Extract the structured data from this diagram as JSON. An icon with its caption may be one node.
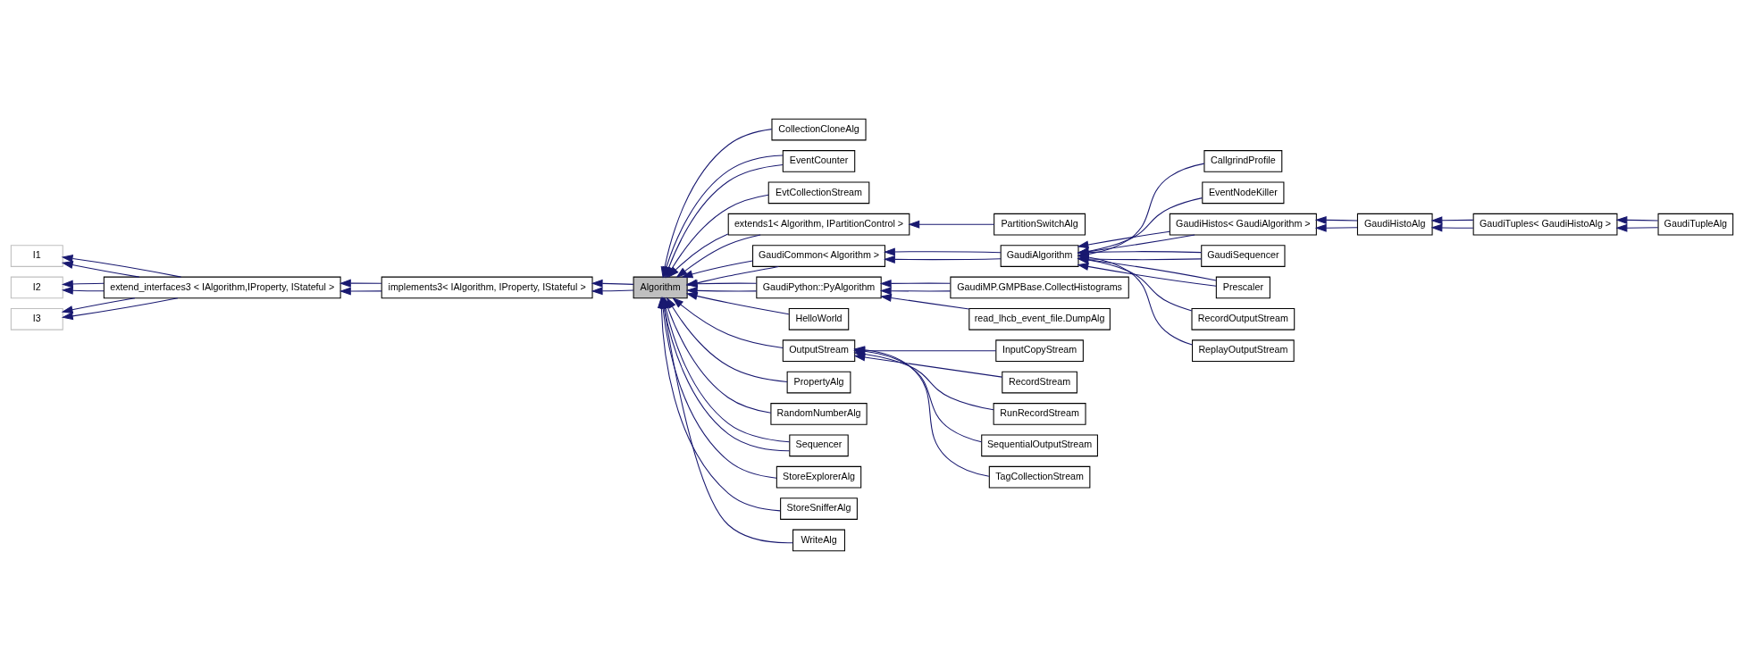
{
  "diagram": {
    "nodes": [
      {
        "text": [
          "I1"
        ]
      },
      {
        "text": [
          "I2"
        ]
      },
      {
        "text": [
          "I3"
        ]
      },
      {
        "text": [
          "extend_interfaces3 < IAlgorithm,IProperty, IStateful >"
        ]
      },
      {
        "text": [
          "implements3< IAlgorithm, IProperty, IStateful >"
        ]
      },
      {
        "text": [
          "Algorithm"
        ]
      },
      {
        "text": [
          "CollectionCloneAlg"
        ]
      },
      {
        "text": [
          "EventCounter"
        ]
      },
      {
        "text": [
          "EvtCollectionStream"
        ]
      },
      {
        "text": [
          "extends1< Algorithm, IPartitionControl >"
        ]
      },
      {
        "text": [
          "GaudiCommon< Algorithm >"
        ]
      },
      {
        "text": [
          "GaudiPython::PyAlgorithm"
        ]
      },
      {
        "text": [
          "HelloWorld"
        ]
      },
      {
        "text": [
          "OutputStream"
        ]
      },
      {
        "text": [
          "PropertyAlg"
        ]
      },
      {
        "text": [
          "RandomNumberAlg"
        ]
      },
      {
        "text": [
          "Sequencer"
        ]
      },
      {
        "text": [
          "StoreExplorerAlg"
        ]
      },
      {
        "text": [
          "StoreSnifferAlg"
        ]
      },
      {
        "text": [
          "WriteAlg"
        ]
      },
      {
        "text": [
          "PartitionSwitchAlg"
        ]
      },
      {
        "text": [
          "GaudiAlgorithm"
        ]
      },
      {
        "text": [
          "GaudiMP.GMPBase.CollectHistograms"
        ]
      },
      {
        "text": [
          "read_lhcb_event_file.DumpAlg"
        ]
      },
      {
        "text": [
          "InputCopyStream"
        ]
      },
      {
        "text": [
          "RecordStream"
        ]
      },
      {
        "text": [
          "RunRecordStream"
        ]
      },
      {
        "text": [
          "SequentialOutputStream"
        ]
      },
      {
        "text": [
          "TagCollectionStream"
        ]
      },
      {
        "text": [
          "CallgrindProfile"
        ]
      },
      {
        "text": [
          "EventNodeKiller"
        ]
      },
      {
        "text": [
          "GaudiHistos< GaudiAlgorithm >"
        ]
      },
      {
        "text": [
          "GaudiSequencer"
        ]
      },
      {
        "text": [
          "Prescaler"
        ]
      },
      {
        "text": [
          "RecordOutputStream"
        ]
      },
      {
        "text": [
          "ReplayOutputStream"
        ]
      },
      {
        "text": [
          "GaudiHistoAlg"
        ]
      },
      {
        "text": [
          "GaudiTuples< GaudiHistoAlg >"
        ]
      },
      {
        "text": [
          "GaudiTupleAlg"
        ]
      }
    ],
    "edges": [
      {
        "from": 3,
        "to": 0,
        "arrow": "to"
      },
      {
        "from": 3,
        "to": 0,
        "arrow": "to"
      },
      {
        "from": 3,
        "to": 1,
        "arrow": "to"
      },
      {
        "from": 3,
        "to": 1,
        "arrow": "to"
      },
      {
        "from": 3,
        "to": 2,
        "arrow": "to"
      },
      {
        "from": 3,
        "to": 2,
        "arrow": "to"
      },
      {
        "from": 4,
        "to": 3,
        "arrow": "to"
      },
      {
        "from": 4,
        "to": 3,
        "arrow": "to"
      },
      {
        "from": 5,
        "to": 4,
        "arrow": "to"
      },
      {
        "from": 5,
        "to": 4,
        "arrow": "to"
      },
      {
        "from": 6,
        "to": 5,
        "arrow": "to"
      },
      {
        "from": 7,
        "to": 5,
        "arrow": "to"
      },
      {
        "from": 7,
        "to": 5,
        "arrow": "to"
      },
      {
        "from": 8,
        "to": 5,
        "arrow": "to"
      },
      {
        "from": 9,
        "to": 5,
        "arrow": "to"
      },
      {
        "from": 9,
        "to": 5,
        "arrow": "to"
      },
      {
        "from": 10,
        "to": 5,
        "arrow": "to"
      },
      {
        "from": 10,
        "to": 5,
        "arrow": "to"
      },
      {
        "from": 11,
        "to": 5,
        "arrow": "to"
      },
      {
        "from": 11,
        "to": 5,
        "arrow": "to"
      },
      {
        "from": 12,
        "to": 5,
        "arrow": "to"
      },
      {
        "from": 13,
        "to": 5,
        "arrow": "to"
      },
      {
        "from": 14,
        "to": 5,
        "arrow": "to"
      },
      {
        "from": 15,
        "to": 5,
        "arrow": "to"
      },
      {
        "from": 16,
        "to": 5,
        "arrow": "to"
      },
      {
        "from": 16,
        "to": 5,
        "arrow": "to"
      },
      {
        "from": 17,
        "to": 5,
        "arrow": "to"
      },
      {
        "from": 18,
        "to": 5,
        "arrow": "to"
      },
      {
        "from": 19,
        "to": 5,
        "arrow": "to"
      },
      {
        "from": 20,
        "to": 9,
        "arrow": "to"
      },
      {
        "from": 21,
        "to": 10,
        "arrow": "to"
      },
      {
        "from": 21,
        "to": 10,
        "arrow": "to"
      },
      {
        "from": 22,
        "to": 11,
        "arrow": "to"
      },
      {
        "from": 22,
        "to": 11,
        "arrow": "to"
      },
      {
        "from": 23,
        "to": 11,
        "arrow": "to"
      },
      {
        "from": 24,
        "to": 13,
        "arrow": "to"
      },
      {
        "from": 25,
        "to": 13,
        "arrow": "to"
      },
      {
        "from": 26,
        "to": 13,
        "arrow": "to"
      },
      {
        "from": 27,
        "to": 13,
        "arrow": "to"
      },
      {
        "from": 28,
        "to": 13,
        "arrow": "to"
      },
      {
        "from": 29,
        "to": 21,
        "arrow": "to"
      },
      {
        "from": 30,
        "to": 21,
        "arrow": "to"
      },
      {
        "from": 31,
        "to": 21,
        "arrow": "to"
      },
      {
        "from": 31,
        "to": 21,
        "arrow": "to"
      },
      {
        "from": 32,
        "to": 21,
        "arrow": "to"
      },
      {
        "from": 32,
        "to": 21,
        "arrow": "to"
      },
      {
        "from": 33,
        "to": 21,
        "arrow": "to"
      },
      {
        "from": 33,
        "to": 21,
        "arrow": "to"
      },
      {
        "from": 34,
        "to": 21,
        "arrow": "to"
      },
      {
        "from": 35,
        "to": 21,
        "arrow": "to"
      },
      {
        "from": 36,
        "to": 31,
        "arrow": "to"
      },
      {
        "from": 36,
        "to": 31,
        "arrow": "to"
      },
      {
        "from": 37,
        "to": 36,
        "arrow": "to"
      },
      {
        "from": 37,
        "to": 36,
        "arrow": "to"
      },
      {
        "from": 38,
        "to": 37,
        "arrow": "to"
      },
      {
        "from": 38,
        "to": 37,
        "arrow": "to"
      }
    ]
  }
}
